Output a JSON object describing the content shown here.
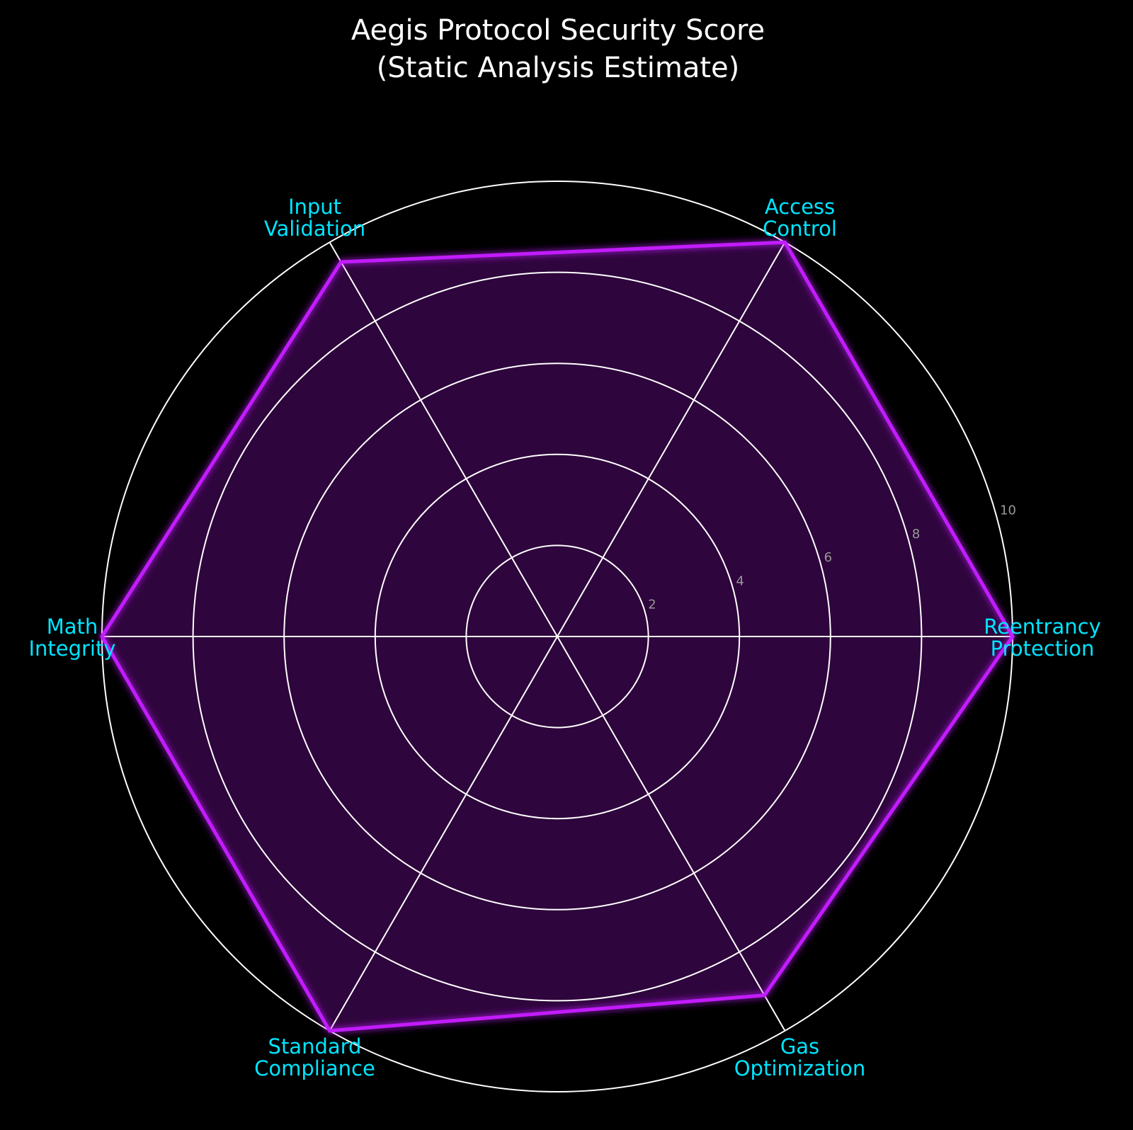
{
  "chart_data": {
    "type": "radar",
    "title": [
      "Aegis Protocol Security Score",
      "(Static Analysis Estimate)"
    ],
    "categories": [
      [
        "Reentrancy",
        "Protection"
      ],
      [
        "Access",
        "Control"
      ],
      [
        "Input",
        "Validation"
      ],
      [
        "Math",
        "Integrity"
      ],
      [
        "Standard",
        "Compliance"
      ],
      [
        "Gas",
        "Optimization"
      ]
    ],
    "series": [
      {
        "name": "Security Score",
        "values": [
          10,
          10,
          9.5,
          10,
          10,
          9.1
        ]
      }
    ],
    "rlim": [
      0,
      10
    ],
    "rticks": [
      "2",
      "4",
      "6",
      "8",
      "10"
    ],
    "rtick_values": [
      2,
      4,
      6,
      8,
      10
    ],
    "grid": true,
    "colors": {
      "line": "#c21cff",
      "fill": "#2e053c",
      "label": "#00e5ff",
      "grid": "#ffffff",
      "background": "#000000"
    }
  }
}
